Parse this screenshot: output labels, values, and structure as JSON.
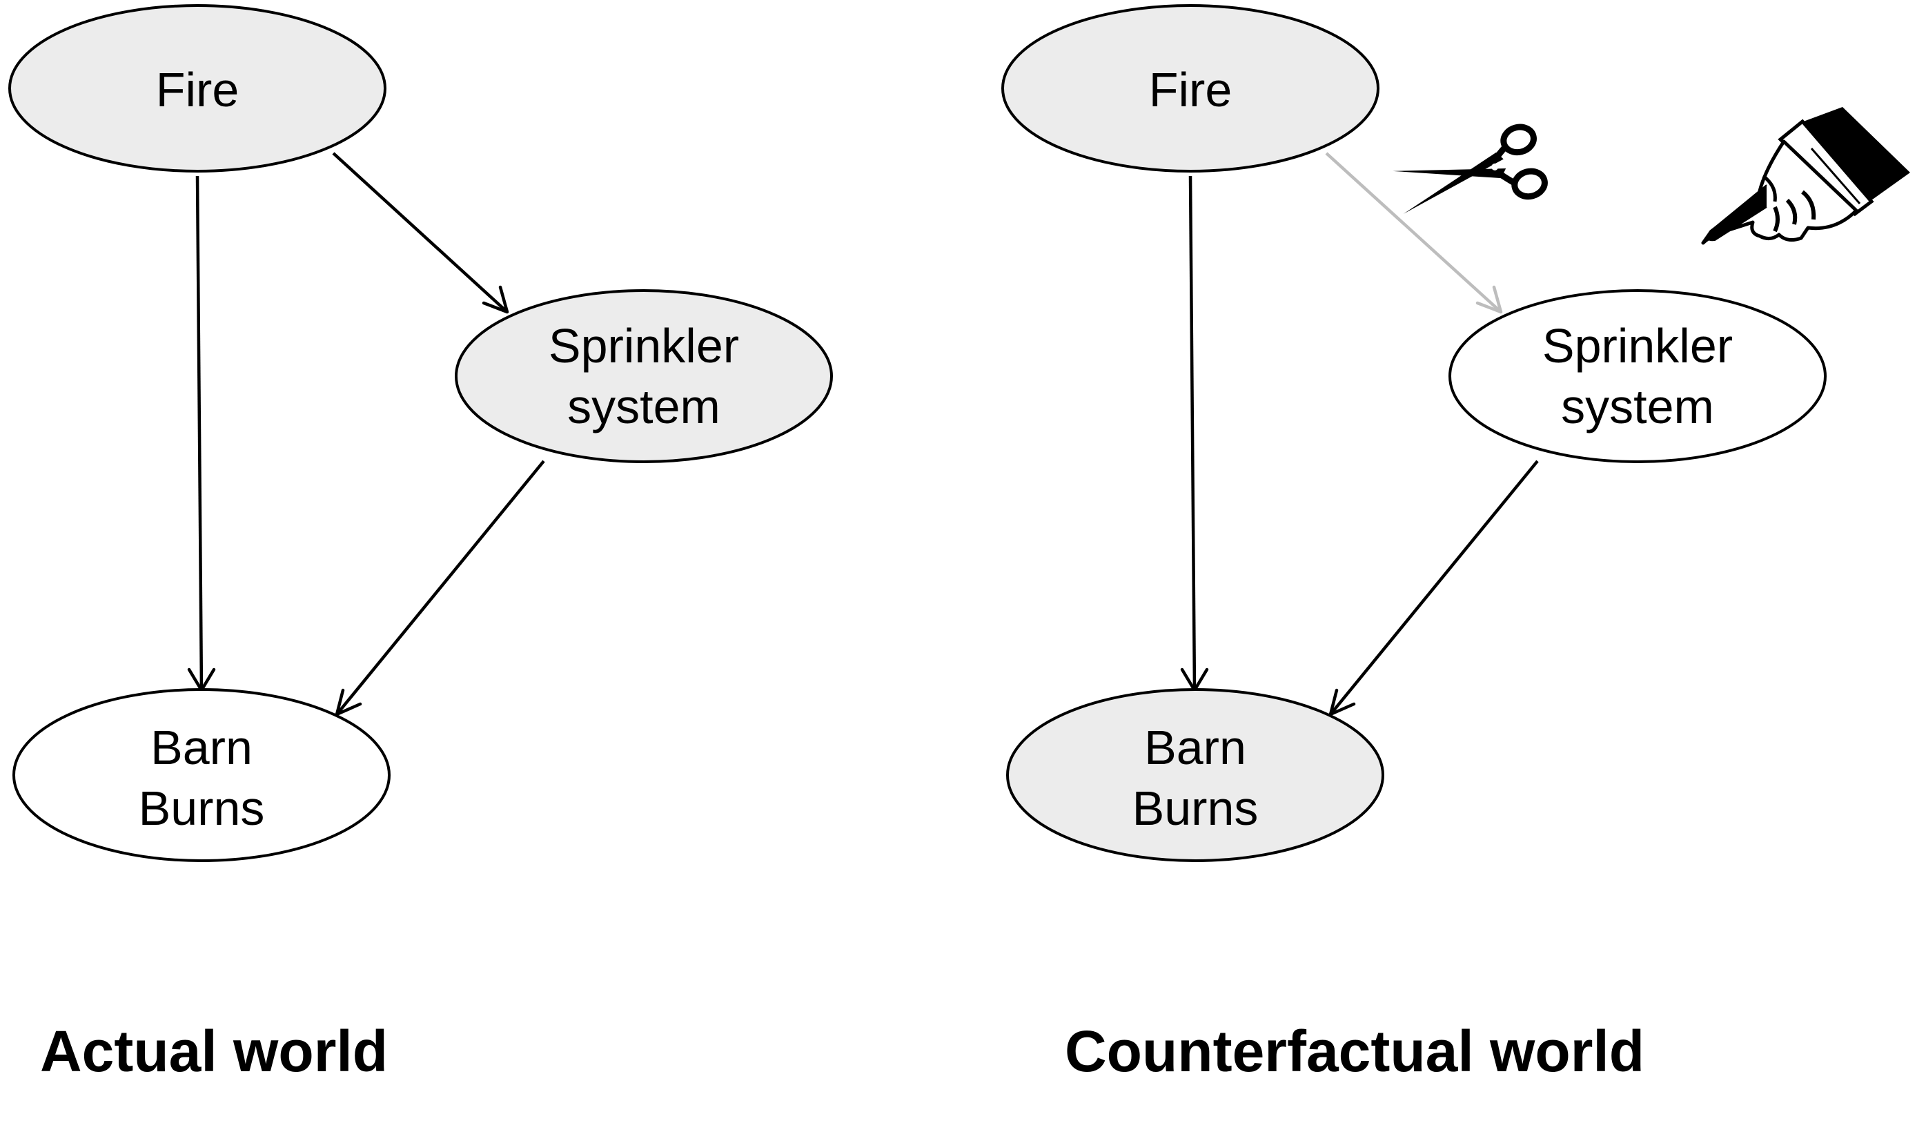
{
  "panels": {
    "actual": {
      "caption": "Actual world",
      "nodes": {
        "fire": {
          "label_lines": [
            "Fire"
          ],
          "filled": true
        },
        "sprinkler": {
          "label_lines": [
            "Sprinkler",
            "system"
          ],
          "filled": true
        },
        "barn": {
          "label_lines": [
            "Barn",
            "Burns"
          ],
          "filled": false
        }
      },
      "edges": [
        {
          "from": "fire",
          "to": "barn",
          "cut": false
        },
        {
          "from": "fire",
          "to": "sprinkler",
          "cut": false
        },
        {
          "from": "sprinkler",
          "to": "barn",
          "cut": false
        }
      ]
    },
    "counterfactual": {
      "caption": "Counterfactual world",
      "nodes": {
        "fire": {
          "label_lines": [
            "Fire"
          ],
          "filled": true
        },
        "sprinkler": {
          "label_lines": [
            "Sprinkler",
            "system"
          ],
          "filled": false
        },
        "barn": {
          "label_lines": [
            "Barn",
            "Burns"
          ],
          "filled": true
        }
      },
      "edges": [
        {
          "from": "fire",
          "to": "barn",
          "cut": false
        },
        {
          "from": "fire",
          "to": "sprinkler",
          "cut": true
        },
        {
          "from": "sprinkler",
          "to": "barn",
          "cut": false
        }
      ],
      "icons": [
        "scissors-icon",
        "pointing-hand-icon"
      ]
    }
  },
  "colors": {
    "node_fill": "#ececec",
    "node_empty": "#ffffff",
    "edge": "#000000",
    "cut_edge": "#bdbdbd"
  }
}
